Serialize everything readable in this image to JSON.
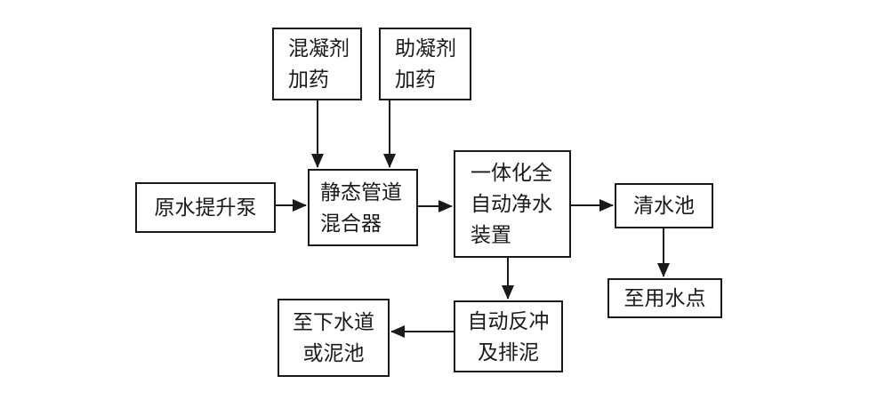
{
  "diagram": {
    "type": "flowchart",
    "background_color": "#ffffff",
    "line_color": "#1a1a1a",
    "text_color": "#1a1a1a"
  },
  "nodes": {
    "coagulant_dosing": {
      "lines": [
        "混凝剂",
        "加药"
      ]
    },
    "coagulant_aid_dosing": {
      "lines": [
        "助凝剂",
        "加药"
      ]
    },
    "raw_water_pump": {
      "lines": [
        "原水提升泵"
      ]
    },
    "static_pipe_mixer": {
      "lines": [
        "静态管道",
        "混合器"
      ]
    },
    "integrated_purifier": {
      "lines": [
        "一体化全",
        "自动净水",
        "装置"
      ]
    },
    "clear_water_tank": {
      "lines": [
        "清水池"
      ]
    },
    "to_water_use_point": {
      "lines": [
        "至用水点"
      ]
    },
    "auto_backwash": {
      "lines": [
        "自动反冲",
        "及排泥"
      ]
    },
    "to_sewer_or_sludge": {
      "lines": [
        "至下水道",
        "或泥池"
      ]
    }
  },
  "edges": [
    {
      "from": "coagulant_dosing",
      "to": "static_pipe_mixer"
    },
    {
      "from": "coagulant_aid_dosing",
      "to": "static_pipe_mixer"
    },
    {
      "from": "raw_water_pump",
      "to": "static_pipe_mixer"
    },
    {
      "from": "static_pipe_mixer",
      "to": "integrated_purifier"
    },
    {
      "from": "integrated_purifier",
      "to": "clear_water_tank"
    },
    {
      "from": "clear_water_tank",
      "to": "to_water_use_point"
    },
    {
      "from": "integrated_purifier",
      "to": "auto_backwash"
    },
    {
      "from": "auto_backwash",
      "to": "to_sewer_or_sludge"
    }
  ]
}
